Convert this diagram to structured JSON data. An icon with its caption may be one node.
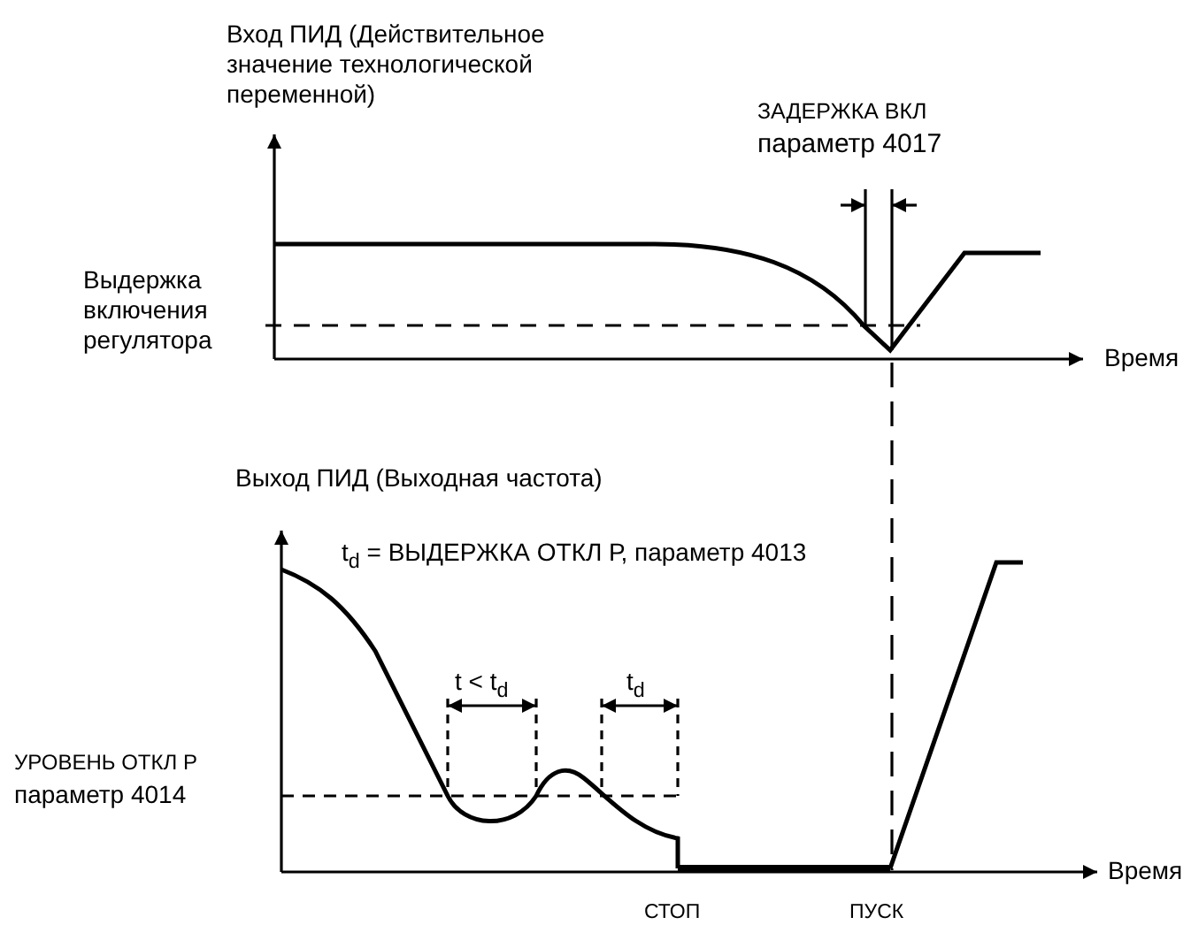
{
  "diagram": {
    "labels": [
      "Вход ПИД (Действительное значение технологической переменной)",
      "ЗАДЕРЖКА ВКЛ",
      "параметр 4017",
      "Выдержка включения регулятора",
      "Время",
      "Выход ПИД (Выходная частота)",
      "t$_{d}$ = ВЫДЕРЖКА ОТКЛ Р, параметр 4013",
      "t < t$_{d}$",
      "t$_{d}$",
      "УРОВЕНЬ ОТКЛ Р",
      "параметр 4014",
      "Время",
      "СТОП",
      "ПУСК"
    ]
  }
}
